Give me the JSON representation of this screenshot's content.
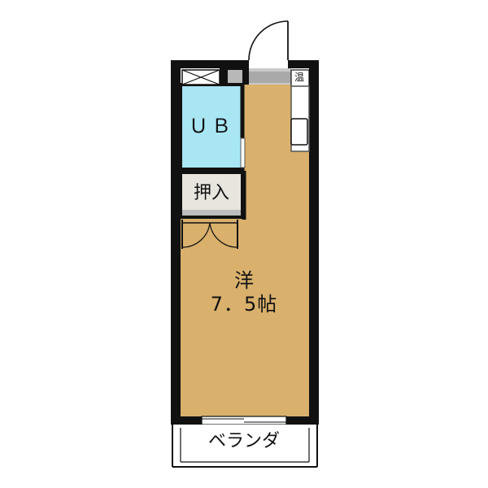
{
  "rooms": {
    "unit_bath": {
      "label": "ＵＢ",
      "fill": "#a8e6f4"
    },
    "closet": {
      "label": "押入",
      "fill": "#e8e5df"
    },
    "western_room": {
      "name": "洋",
      "size": "7．5帖",
      "fill": "#d9b06c"
    },
    "balcony": {
      "label": "ベランダ"
    }
  },
  "fixtures": {
    "water_heater": {
      "label": "温"
    }
  },
  "colors": {
    "wall": "#111111",
    "wall_gray": "#9a9a9a",
    "background": "#ffffff"
  }
}
